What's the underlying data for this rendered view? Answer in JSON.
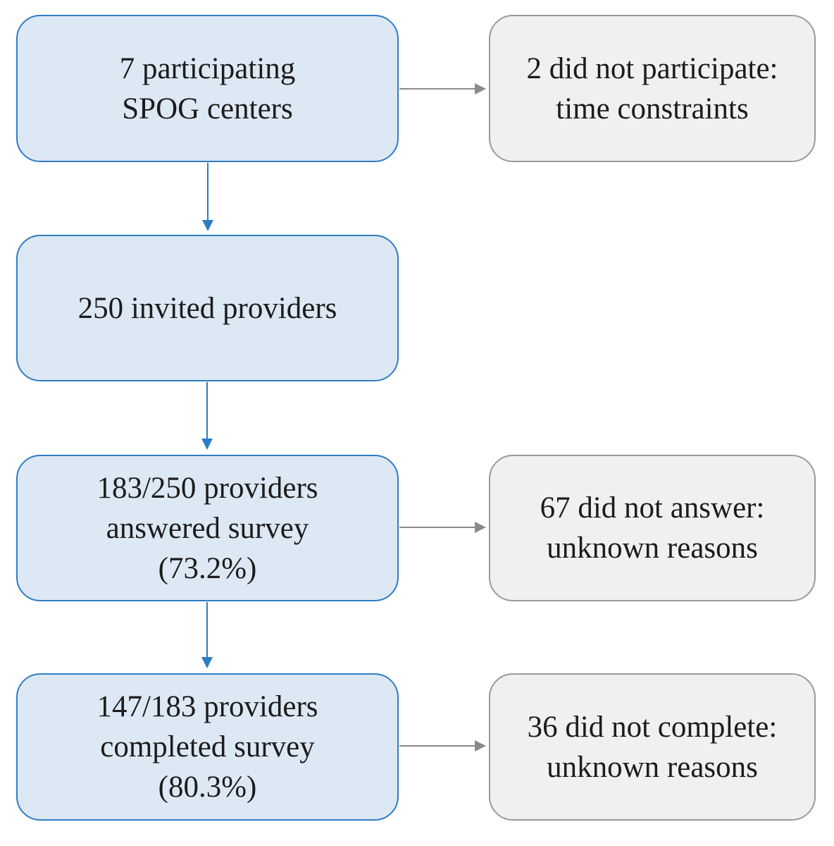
{
  "colors": {
    "main_fill": "#dde8f5",
    "main_border": "#2e7cc4",
    "side_fill": "#f0f0f0",
    "side_border": "#9a9a9a",
    "down_arrow": "#2e7cc4",
    "side_arrow": "#8a8a8a"
  },
  "flow": {
    "step1": {
      "lines": [
        "7 participating",
        "SPOG centers"
      ]
    },
    "step2": {
      "lines": [
        "250 invited providers"
      ]
    },
    "step3": {
      "lines": [
        "183/250 providers",
        "answered survey",
        "(73.2%)"
      ]
    },
    "step4": {
      "lines": [
        "147/183 providers",
        "completed survey",
        "(80.3%)"
      ]
    }
  },
  "exclusions": {
    "excl1": {
      "lines": [
        "2 did not participate:",
        "time constraints"
      ]
    },
    "excl2": {
      "lines": [
        "67 did not answer:",
        "unknown reasons"
      ]
    },
    "excl3": {
      "lines": [
        "36 did not complete:",
        "unknown reasons"
      ]
    }
  }
}
